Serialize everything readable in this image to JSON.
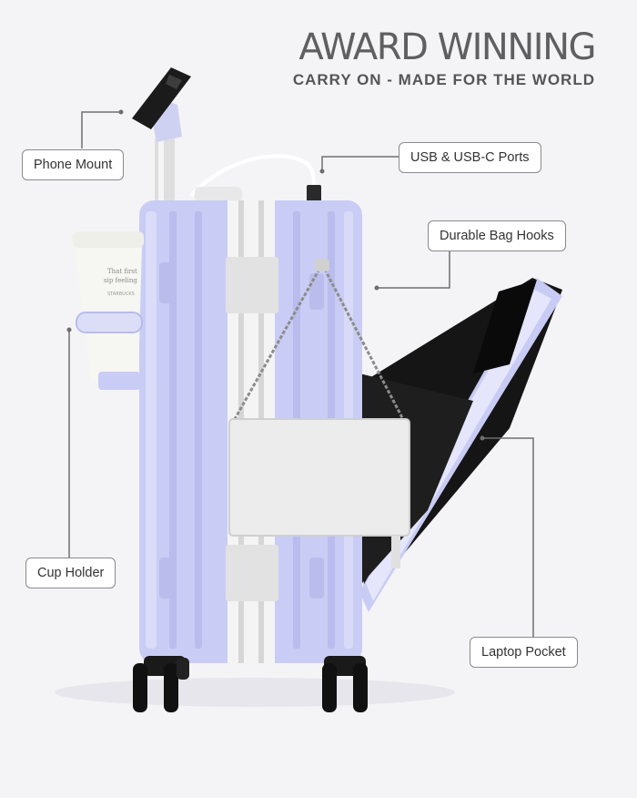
{
  "headline": {
    "title": "AWARD WINNING",
    "subtitle": "CARRY ON - MADE FOR THE WORLD"
  },
  "callouts": {
    "phone_mount": "Phone Mount",
    "usb_ports": "USB & USB-C Ports",
    "bag_hooks": "Durable Bag Hooks",
    "cup_holder": "Cup Holder",
    "laptop_pocket": "Laptop Pocket"
  },
  "cup_text": {
    "line1": "That first",
    "line2": "sip feeling",
    "brand": "STARBUCKS"
  },
  "colors": {
    "suitcase": "#c9ccf4",
    "suitcase_shade": "#b6b9ea",
    "frame": "#f3f3f3",
    "leader": "#6e6e6e"
  }
}
